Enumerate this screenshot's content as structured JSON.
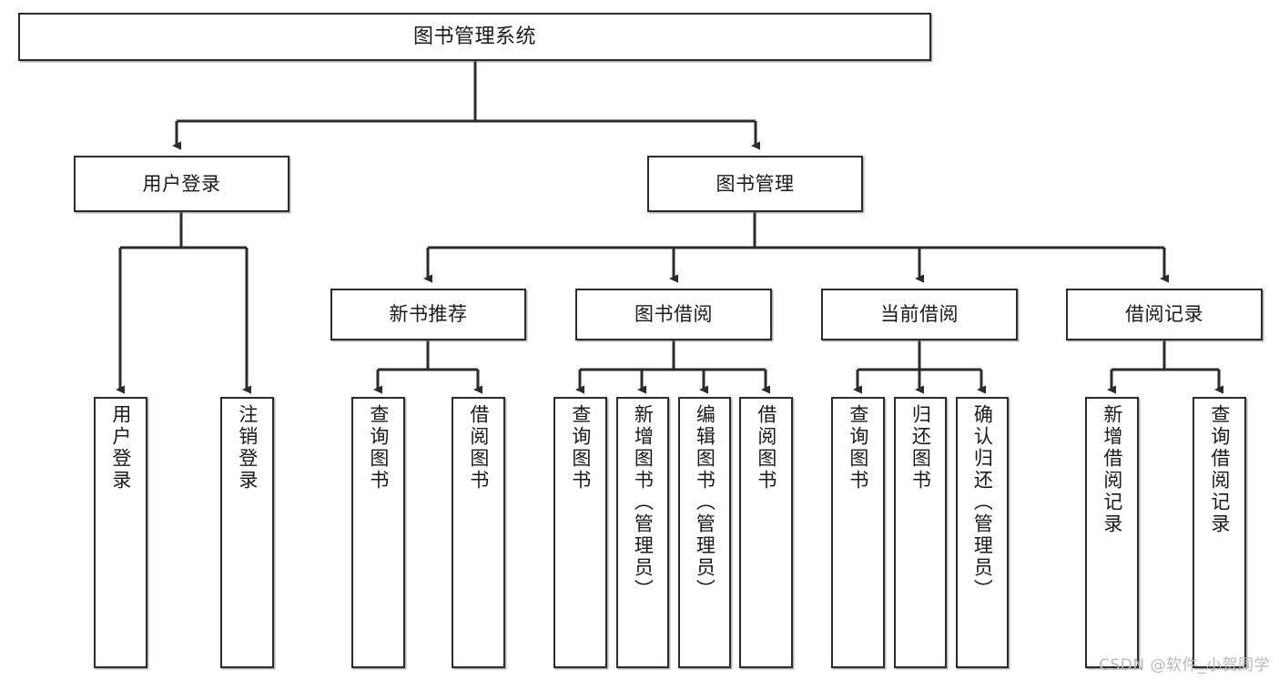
{
  "diagram": {
    "type": "tree",
    "title": "图书管理系统",
    "orientation": "top-down",
    "colors": {
      "box_border": "#2b2b2b",
      "box_fill": "#ffffff",
      "edge": "#2b2b2b",
      "text": "#1a1a1a",
      "watermark": "#b9b9b9"
    },
    "nodes": {
      "root": {
        "label": "图书管理系统"
      },
      "level2": [
        {
          "label": "用户登录"
        },
        {
          "label": "图书管理"
        }
      ],
      "level3": [
        {
          "label": "新书推荐"
        },
        {
          "label": "图书借阅"
        },
        {
          "label": "当前借阅"
        },
        {
          "label": "借阅记录"
        }
      ],
      "leaves_user_login": [
        {
          "label": "用户登录"
        },
        {
          "label": "注销登录"
        }
      ],
      "leaves_new_book": [
        {
          "label": "查询图书"
        },
        {
          "label": "借阅图书"
        }
      ],
      "leaves_borrow": [
        {
          "label": "查询图书"
        },
        {
          "label": "新增图书（管理员）"
        },
        {
          "label": "编辑图书（管理员）"
        },
        {
          "label": "借阅图书"
        }
      ],
      "leaves_current": [
        {
          "label": "查询图书"
        },
        {
          "label": "归还图书"
        },
        {
          "label": "确认归还（管理员）"
        }
      ],
      "leaves_records": [
        {
          "label": "新增借阅记录"
        },
        {
          "label": "查询借阅记录"
        }
      ]
    }
  },
  "watermark": {
    "text": "CSDN @软件_小贺同学"
  }
}
